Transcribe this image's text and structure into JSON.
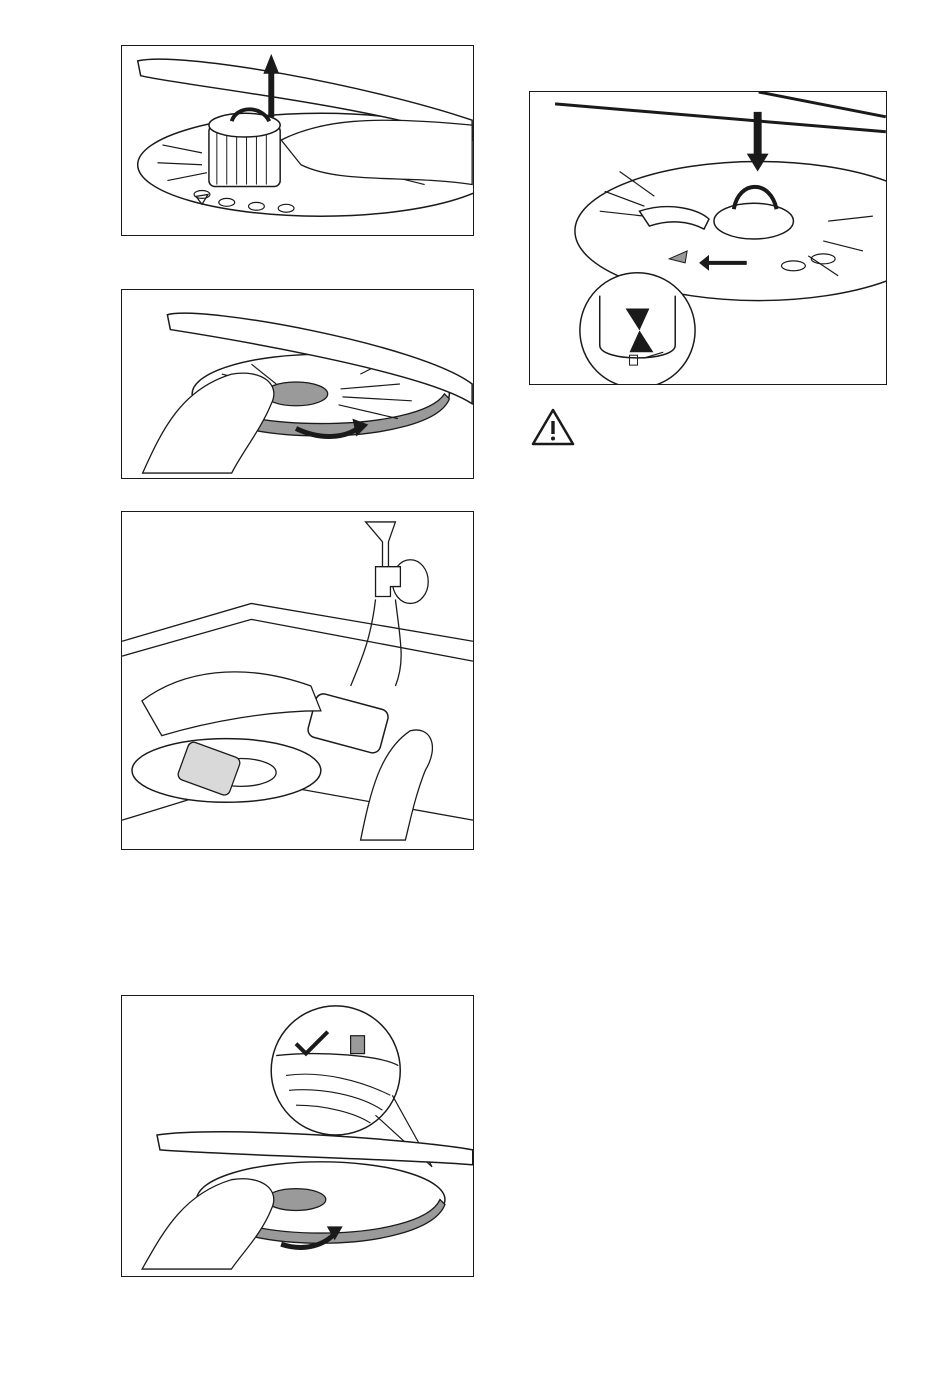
{
  "document": {
    "figures": [
      {
        "id": "fig-1",
        "depicts": "remove-filter-arrow-up"
      },
      {
        "id": "fig-2",
        "depicts": "turn-flat-filter-out"
      },
      {
        "id": "fig-3",
        "depicts": "rinse-filters-under-tap"
      },
      {
        "id": "fig-4",
        "depicts": "turn-flat-filter-in"
      },
      {
        "id": "fig-5",
        "depicts": "insert-filter-arrow-down"
      }
    ],
    "warning_icon": "warning-triangle-icon"
  },
  "colors": {
    "line": "#1a1a1a",
    "fill_gray": "#9a9a9a",
    "fill_light": "#d9d9d9",
    "background": "#ffffff"
  }
}
